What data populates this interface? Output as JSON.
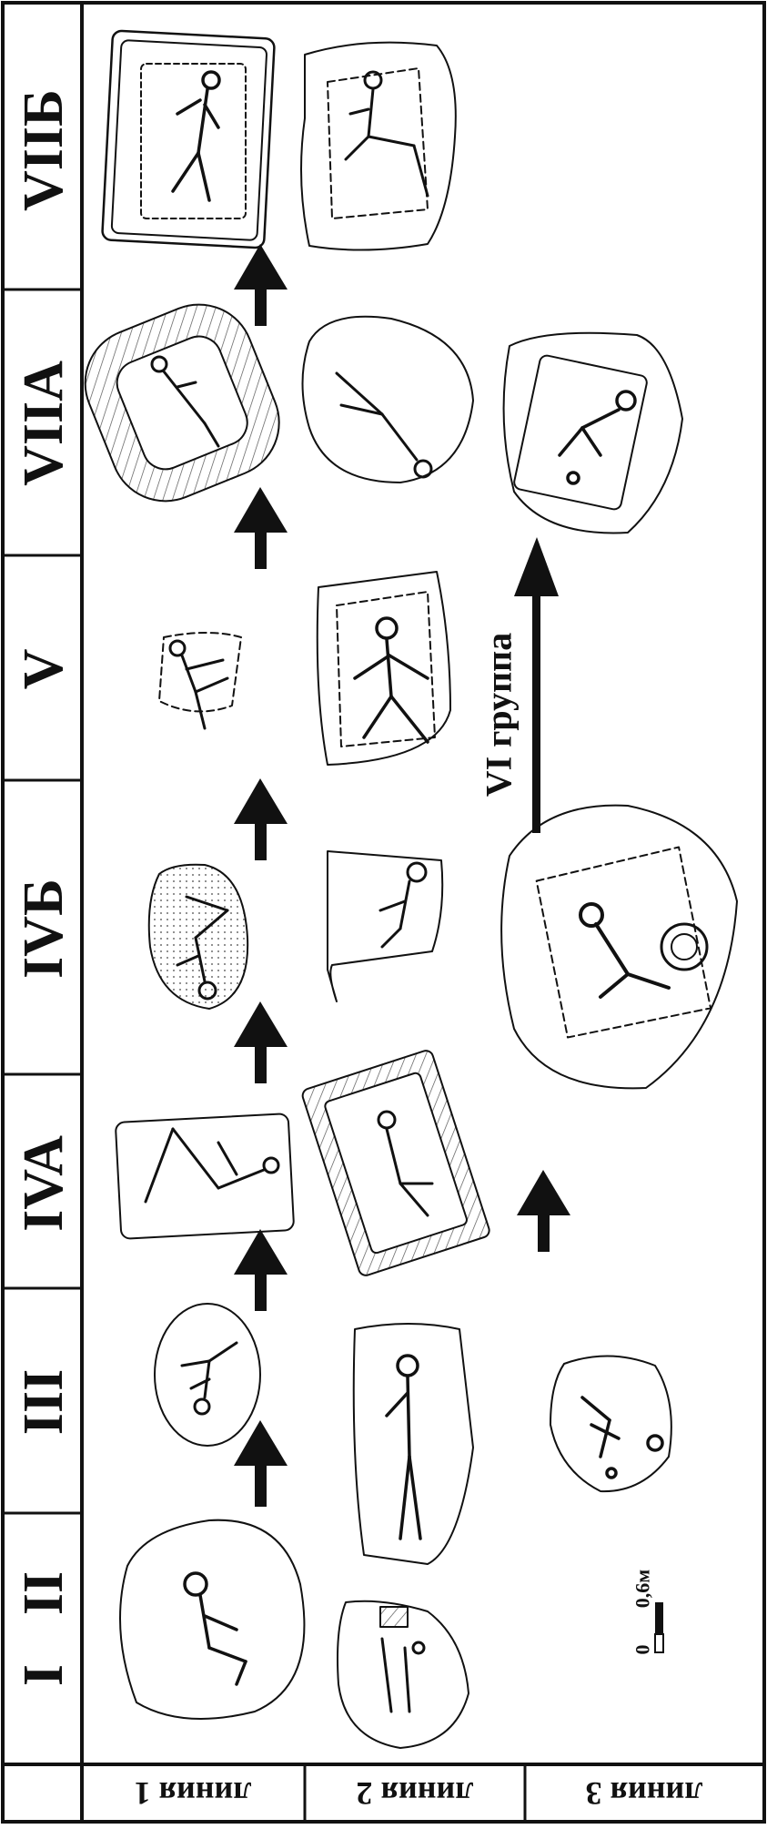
{
  "columns": [
    "I",
    "II",
    "III",
    "IVA",
    "IVБ",
    "V",
    "VIIA",
    "VIIБ"
  ],
  "rows": [
    "линия 1",
    "линия 2",
    "линия 3"
  ],
  "group_label": "VI группа",
  "scale": {
    "zero": "0",
    "value": "0,6м"
  },
  "colors": {
    "ink": "#111111",
    "paper": "#ffffff",
    "hatch": "#555555"
  }
}
